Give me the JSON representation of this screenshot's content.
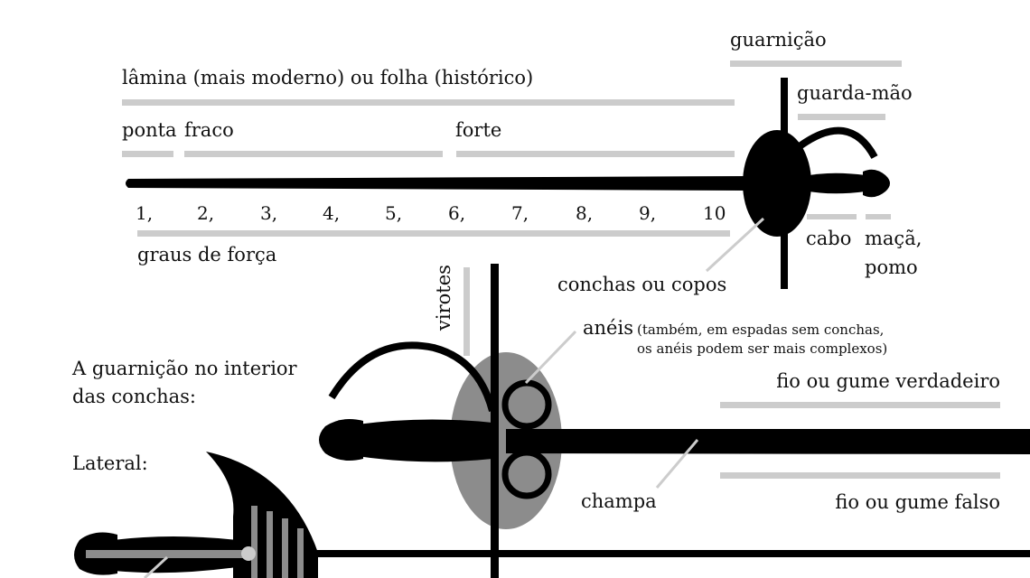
{
  "colors": {
    "ink": "#000000",
    "bracket": "#cccccc",
    "shell": "#8c8c8c",
    "text": "#111111"
  },
  "labels": {
    "guarnicao": "guarnição",
    "lamina": "lâmina (mais moderno) ou folha (histórico)",
    "guarda_mao": "guarda-mão",
    "ponta": "ponta",
    "fraco": "fraco",
    "forte": "forte",
    "graus_de_forca": "graus de força",
    "cabo": "cabo",
    "maca_line1": "maçã,",
    "maca_line2": "pomo",
    "conchas": "conchas ou copos",
    "virotes": "virotes",
    "aneis": "anéis",
    "aneis_note_line1": "(também, em espadas sem conchas,",
    "aneis_note_line2": "os anéis podem ser mais complexos)",
    "interior_line1": "A guarnição no interior",
    "interior_line2": "das conchas:",
    "lateral": "Lateral:",
    "fio_verdadeiro": "fio ou gume verdadeiro",
    "champa": "champa",
    "fio_falso": "fio ou gume falso"
  },
  "graus": [
    "1,",
    "2,",
    "3,",
    "4,",
    "5,",
    "6,",
    "7,",
    "8,",
    "9,",
    "10"
  ]
}
